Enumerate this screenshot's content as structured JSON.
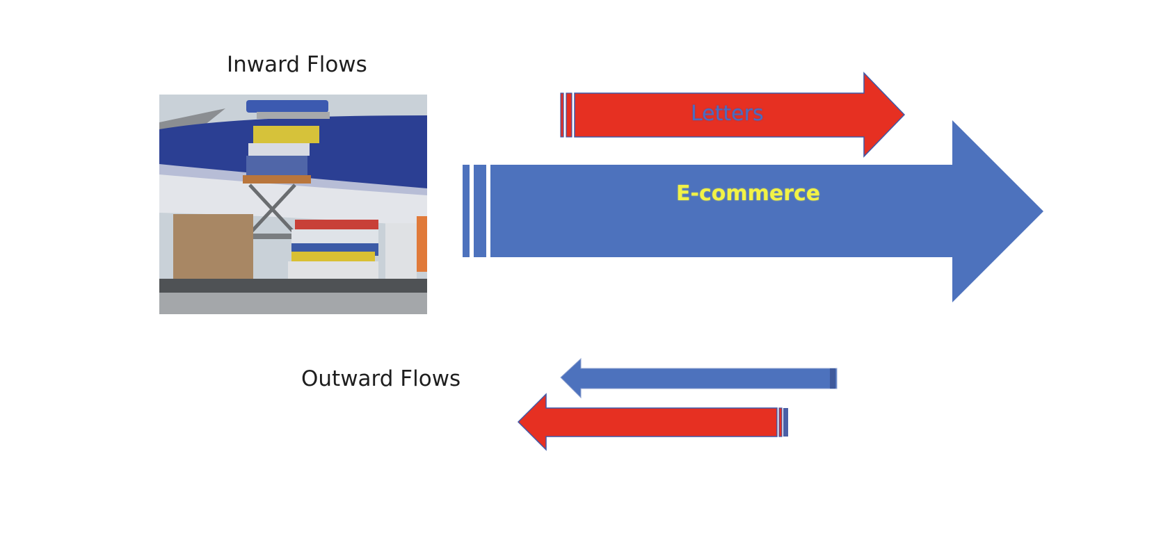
{
  "inward": {
    "title": "Inward Flows",
    "photo_description": "cargo-plane-loading-photo",
    "arrows": [
      {
        "label": "Letters",
        "direction": "right",
        "fill": "#e63022",
        "text_color": "#4a6cc2"
      },
      {
        "label": "E-commerce",
        "direction": "right",
        "fill": "#4d72bd",
        "text_color": "#f2f246"
      }
    ]
  },
  "outward": {
    "title": "Outward Flows",
    "arrows": [
      {
        "label": "",
        "direction": "left",
        "fill": "#4d72bd"
      },
      {
        "label": "",
        "direction": "left",
        "fill": "#e63022"
      }
    ]
  },
  "colors": {
    "red": "#e63022",
    "blue": "#4d72bd",
    "outline": "#3f58a8",
    "yellow": "#f2f246"
  }
}
